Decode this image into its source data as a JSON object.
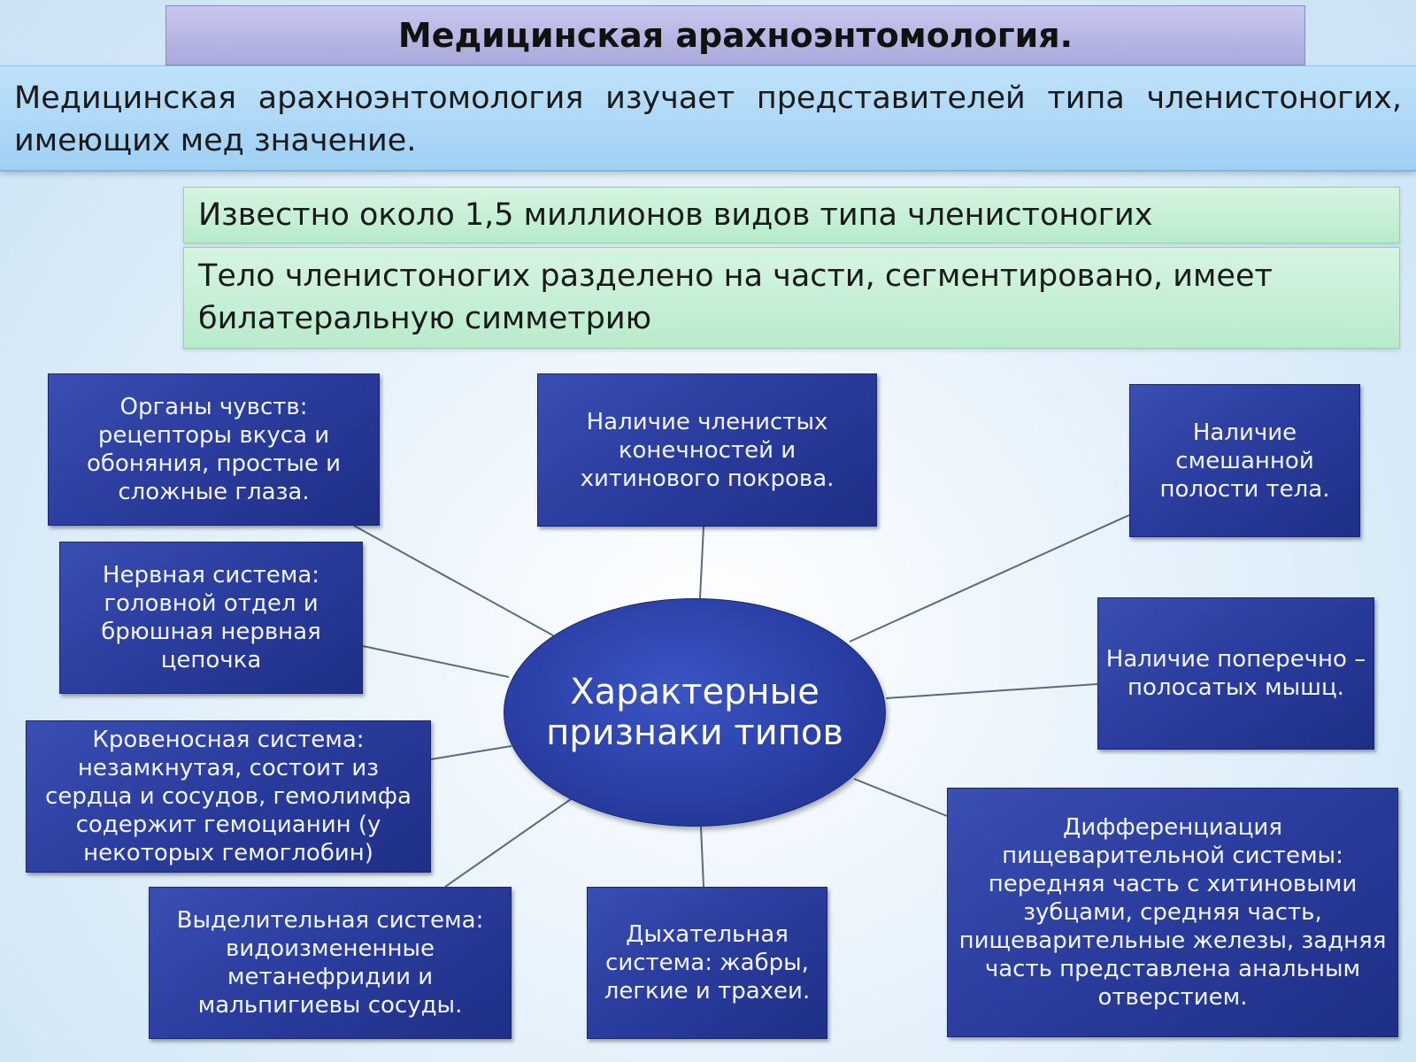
{
  "title": "Медицинская арахноэнтомология.",
  "intro": "Медицинская арахноэнтомология изучает представителей типа членистоногих, имеющих мед значение.",
  "facts": [
    "Известно около 1,5 миллионов видов типа членистоногих",
    "Тело членистоногих разделено на части, сегментировано, имеет билатеральную симметрию"
  ],
  "diagram": {
    "center": "Характерные признаки типов",
    "nodes": {
      "senses": "Органы чувств: рецепторы вкуса и обоняния, простые и сложные глаза.",
      "limbs": "Наличие членистых конечностей и хитинового покрова.",
      "cavity": "Наличие смешанной полости тела.",
      "nervous": "Нервная система: головной отдел и брюшная нервная цепочка",
      "muscles": "Наличие поперечно – полосатых мышц.",
      "circulatory": "Кровеносная система: незамкнутая, состоит из сердца и сосудов, гемолимфа содержит гемоцианин (у некоторых гемоглобин)",
      "digestive": "Дифференциация пищеварительной системы: передняя часть с хитиновыми зубцами, средняя часть, пищеварительные железы, задняя часть представлена анальным отверстием.",
      "excretory": "Выделительная система: видоизмененные метанефридии и мальпигиевы сосуды.",
      "respiratory": "Дыхательная система: жабры, легкие и трахеи."
    }
  },
  "colors": {
    "node_fill": "#2b3d9e",
    "title_bar": "#b8b8e6",
    "intro_band": "#aed8f6",
    "fact_panel": "#c8f0d6"
  }
}
